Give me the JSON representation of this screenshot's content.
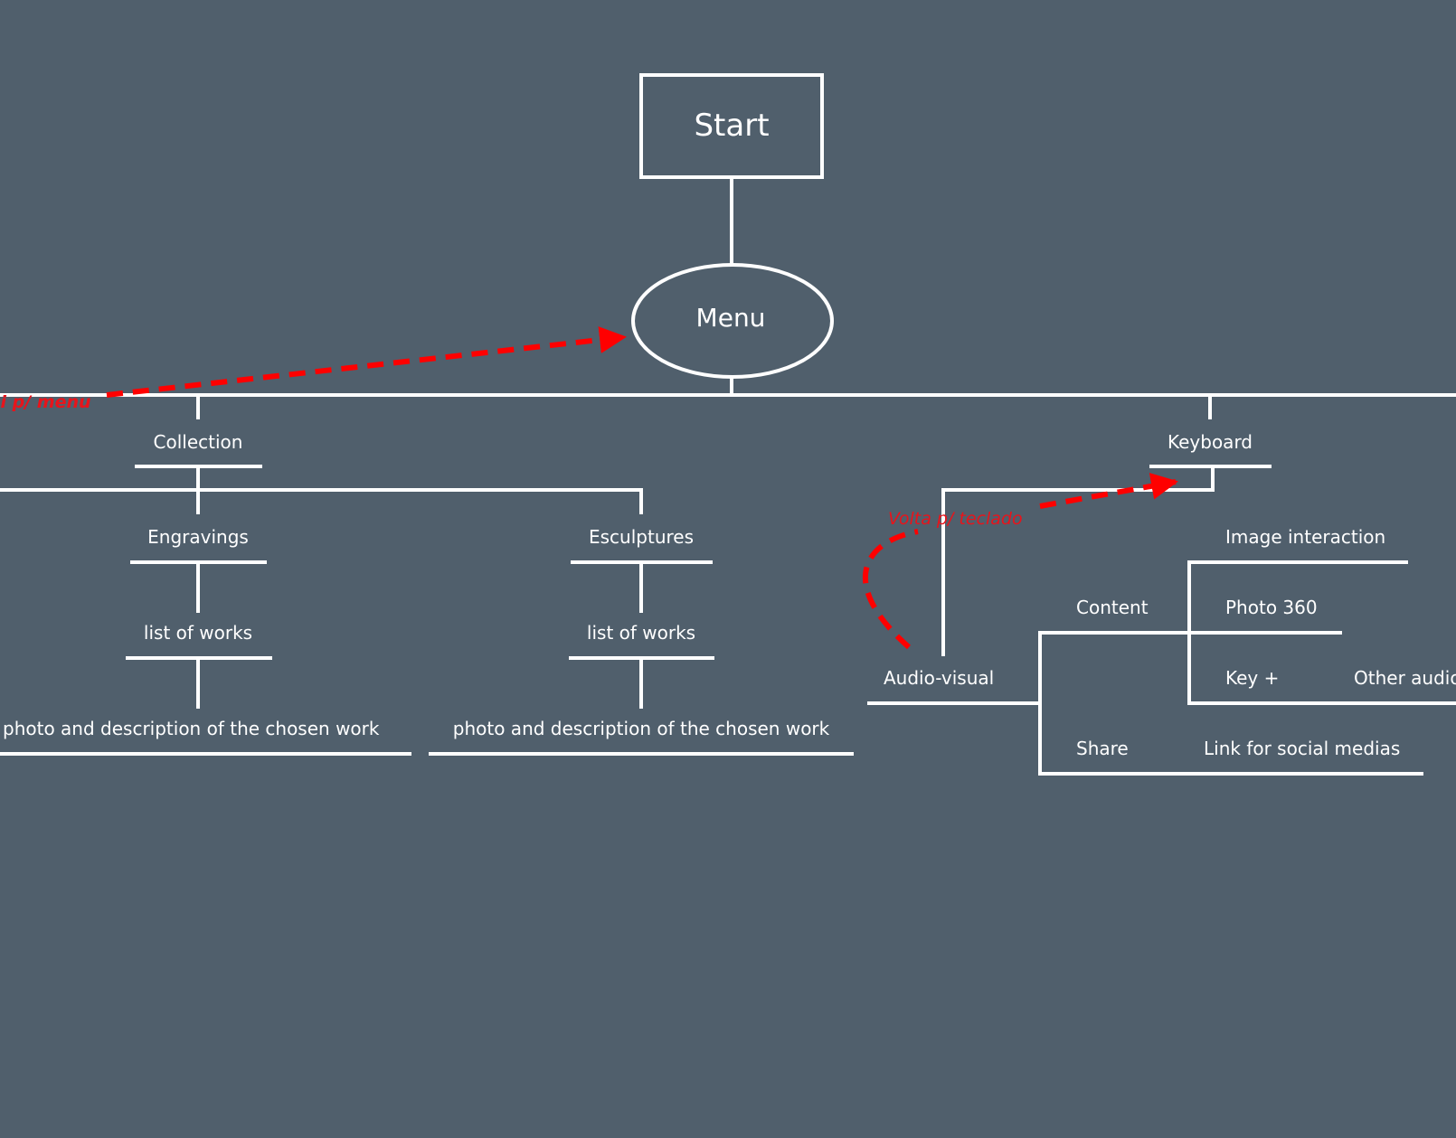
{
  "diagram": {
    "colors": {
      "background": "#505f6c",
      "lines": "#ffffff",
      "annotation": "#e8141b"
    },
    "nodes": {
      "start": "Start",
      "menu": "Menu",
      "collection": "Collection",
      "engravings": "Engravings",
      "esculptures": "Esculptures",
      "engravings_list": "list of works",
      "esculptures_list": "list of works",
      "engravings_detail": "photo and description of the chosen work",
      "esculptures_detail": "photo and description of the chosen work",
      "keyboard": "Keyboard",
      "audio_visual": "Audio-visual",
      "content": "Content",
      "share": "Share",
      "image_interaction": "Image interaction",
      "photo_360": "Photo 360",
      "key_plus": "Key +",
      "other_audio": "Other audio",
      "social_link": "Link for social medias"
    },
    "annotations": {
      "back_to_menu": "Sai p/ menu",
      "back_to_keyboard": "Volta p/ teclado"
    }
  }
}
